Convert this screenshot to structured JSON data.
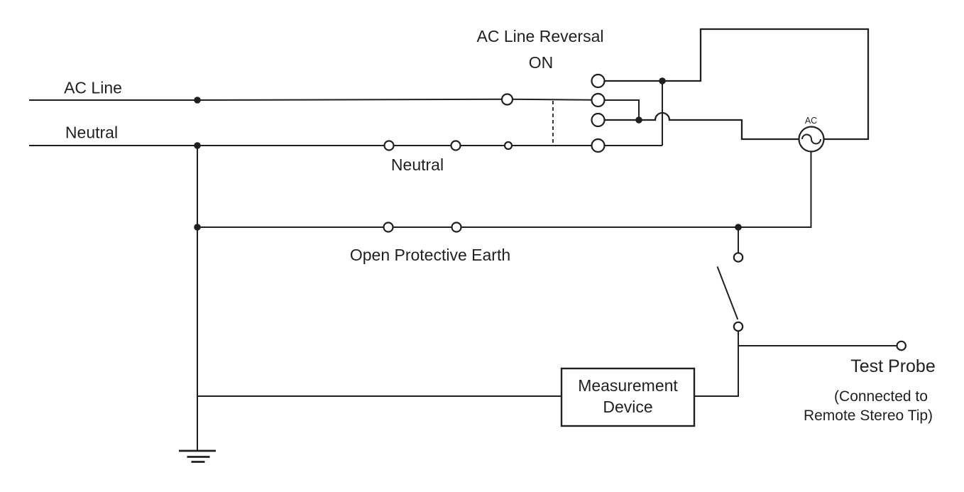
{
  "page": {
    "background": "#ffffff",
    "ink_color": "#231f20"
  },
  "diagram": {
    "type": "circuit-schematic",
    "labels": {
      "ac_line": "AC Line",
      "neutral_input": "Neutral",
      "reversal_title": "AC Line Reversal",
      "reversal_state": "ON",
      "neutral_switch": "Neutral",
      "open_protective_earth": "Open Protective Earth",
      "ac_source": "AC",
      "measurement_device_line1": "Measurement",
      "measurement_device_line2": "Device",
      "test_probe": "Test Probe",
      "test_probe_note_line1": "(Connected to",
      "test_probe_note_line2": "Remote Stereo Tip)"
    }
  }
}
